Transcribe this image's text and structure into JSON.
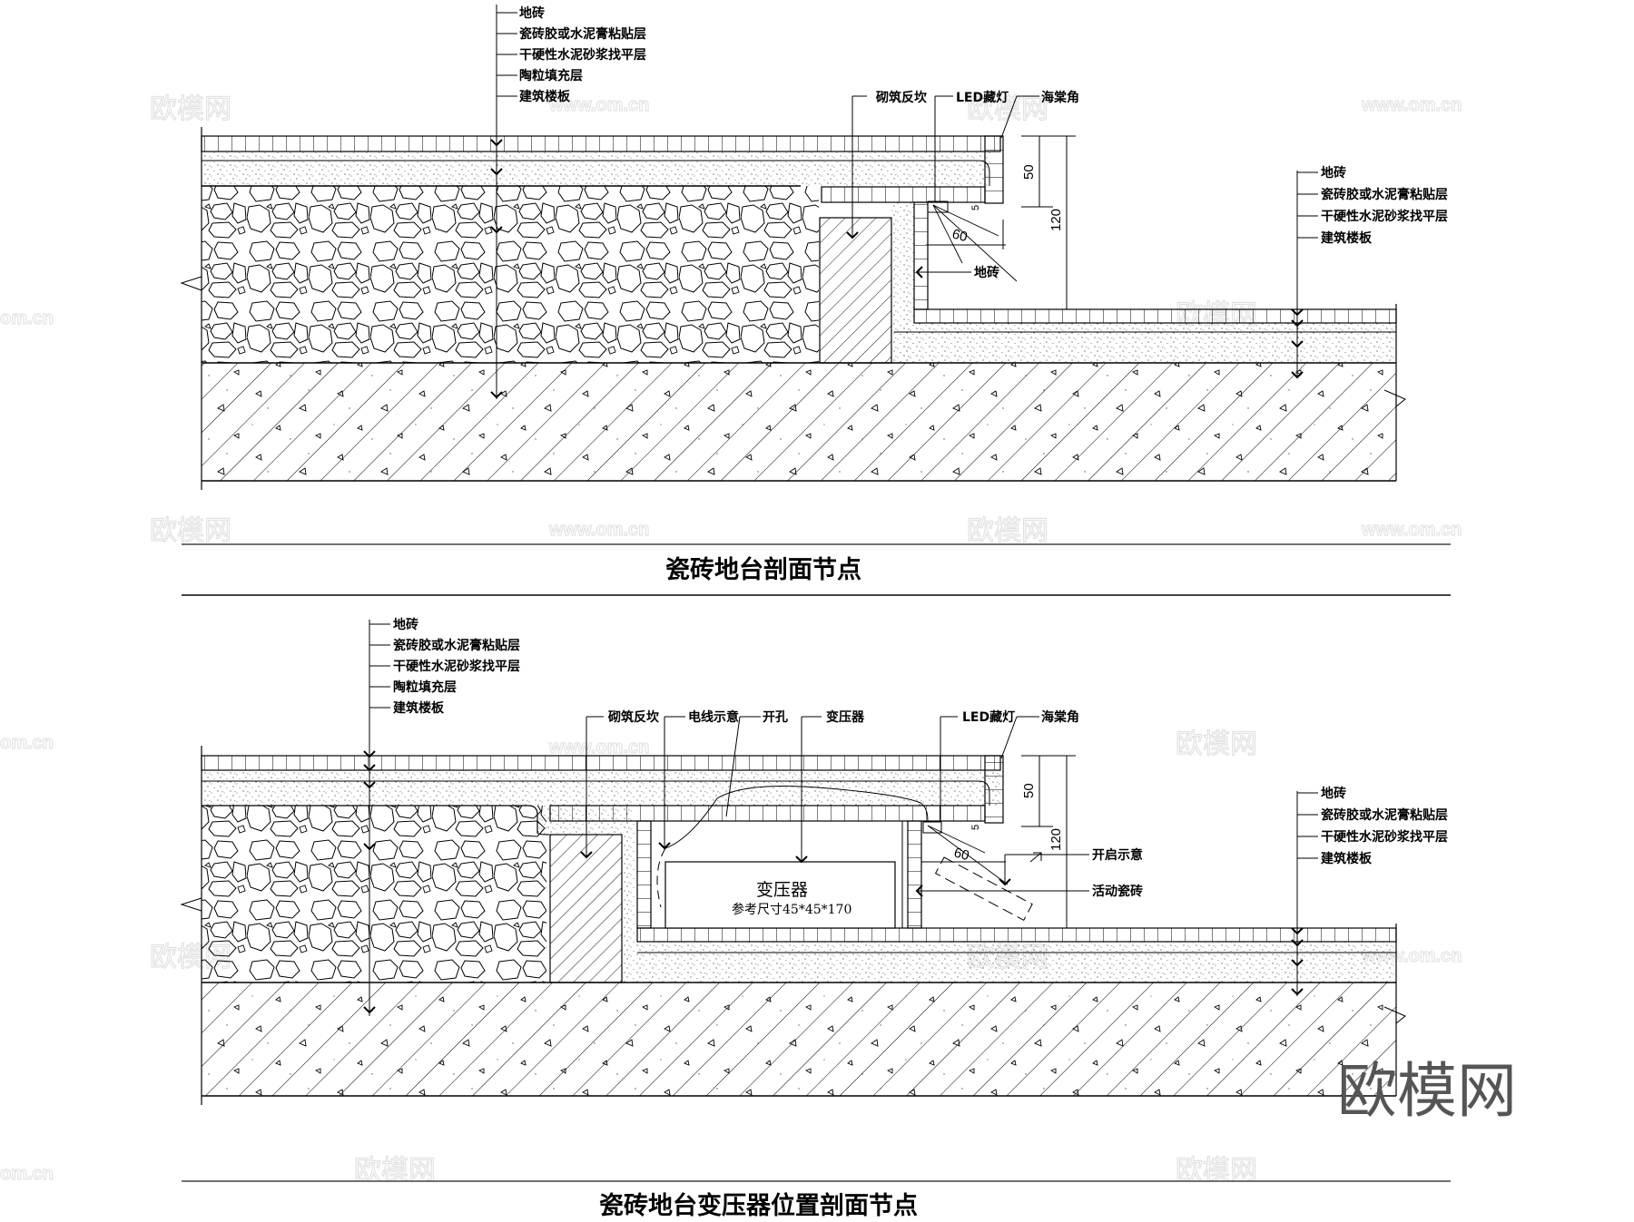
{
  "drawing_top": {
    "title": "瓷砖地台剖面节点",
    "layer_callout_left": [
      "地砖",
      "瓷砖胶或水泥膏粘贴层",
      "干硬性水泥砂浆找平层",
      "陶粒填充层",
      "建筑楼板"
    ],
    "layer_callout_right": [
      "地砖",
      "瓷砖胶或水泥膏粘贴层",
      "干硬性水泥砂浆找平层",
      "建筑楼板"
    ],
    "labels": {
      "masonry_curb": "砌筑反坎",
      "led_light": "LED藏灯",
      "corner": "海棠角",
      "side_tile": "地砖"
    },
    "dimensions": {
      "d50": "50",
      "d120": "120",
      "d60": "60",
      "d5": "5"
    }
  },
  "drawing_bottom": {
    "title": "瓷砖地台变压器位置剖面节点",
    "layer_callout_left": [
      "地砖",
      "瓷砖胶或水泥膏粘贴层",
      "干硬性水泥砂浆找平层",
      "陶粒填充层",
      "建筑楼板"
    ],
    "layer_callout_right": [
      "地砖",
      "瓷砖胶或水泥膏粘贴层",
      "干硬性水泥砂浆找平层",
      "建筑楼板"
    ],
    "labels": {
      "masonry_curb": "砌筑反坎",
      "wire": "电线示意",
      "opening": "开孔",
      "transformer": "变压器",
      "led_light": "LED藏灯",
      "corner": "海棠角",
      "open_indicator": "开启示意",
      "movable_tile": "活动瓷砖"
    },
    "transformer_box": {
      "name": "变压器",
      "size": "参考尺寸45*45*170"
    },
    "dimensions": {
      "d50": "50",
      "d120": "120",
      "d60": "60",
      "d5": "5"
    }
  },
  "watermarks": {
    "site": "www.om.cn",
    "site_short": "om.cn",
    "brand": "欧模网"
  },
  "logo": "欧模网"
}
